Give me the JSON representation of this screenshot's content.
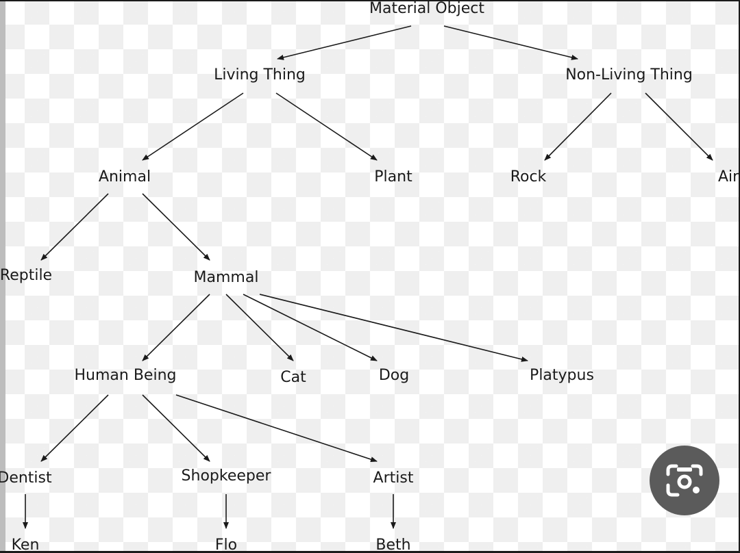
{
  "diagram": {
    "nodes": [
      {
        "id": "material-object",
        "label": "Material Object"
      },
      {
        "id": "living-thing",
        "label": "Living Thing"
      },
      {
        "id": "non-living-thing",
        "label": "Non-Living Thing"
      },
      {
        "id": "animal",
        "label": "Animal"
      },
      {
        "id": "plant",
        "label": "Plant"
      },
      {
        "id": "rock",
        "label": "Rock"
      },
      {
        "id": "air",
        "label": "Air"
      },
      {
        "id": "reptile",
        "label": "Reptile"
      },
      {
        "id": "mammal",
        "label": "Mammal"
      },
      {
        "id": "human-being",
        "label": "Human Being"
      },
      {
        "id": "cat",
        "label": "Cat"
      },
      {
        "id": "dog",
        "label": "Dog"
      },
      {
        "id": "platypus",
        "label": "Platypus"
      },
      {
        "id": "dentist",
        "label": "Dentist"
      },
      {
        "id": "shopkeeper",
        "label": "Shopkeeper"
      },
      {
        "id": "artist",
        "label": "Artist"
      },
      {
        "id": "ken",
        "label": "Ken"
      },
      {
        "id": "flo",
        "label": "Flo"
      },
      {
        "id": "beth",
        "label": "Beth"
      }
    ],
    "edges": [
      {
        "from": "material-object",
        "to": "living-thing"
      },
      {
        "from": "material-object",
        "to": "non-living-thing"
      },
      {
        "from": "living-thing",
        "to": "animal"
      },
      {
        "from": "living-thing",
        "to": "plant"
      },
      {
        "from": "non-living-thing",
        "to": "rock"
      },
      {
        "from": "non-living-thing",
        "to": "air"
      },
      {
        "from": "animal",
        "to": "reptile"
      },
      {
        "from": "animal",
        "to": "mammal"
      },
      {
        "from": "mammal",
        "to": "human-being"
      },
      {
        "from": "mammal",
        "to": "cat"
      },
      {
        "from": "mammal",
        "to": "dog"
      },
      {
        "from": "mammal",
        "to": "platypus"
      },
      {
        "from": "human-being",
        "to": "dentist"
      },
      {
        "from": "human-being",
        "to": "shopkeeper"
      },
      {
        "from": "human-being",
        "to": "artist"
      },
      {
        "from": "dentist",
        "to": "ken"
      },
      {
        "from": "shopkeeper",
        "to": "flo"
      },
      {
        "from": "artist",
        "to": "beth"
      }
    ]
  },
  "overlay": {
    "lens_button_icon": "camera-lens-icon",
    "button_color": "#5b5b5b"
  }
}
